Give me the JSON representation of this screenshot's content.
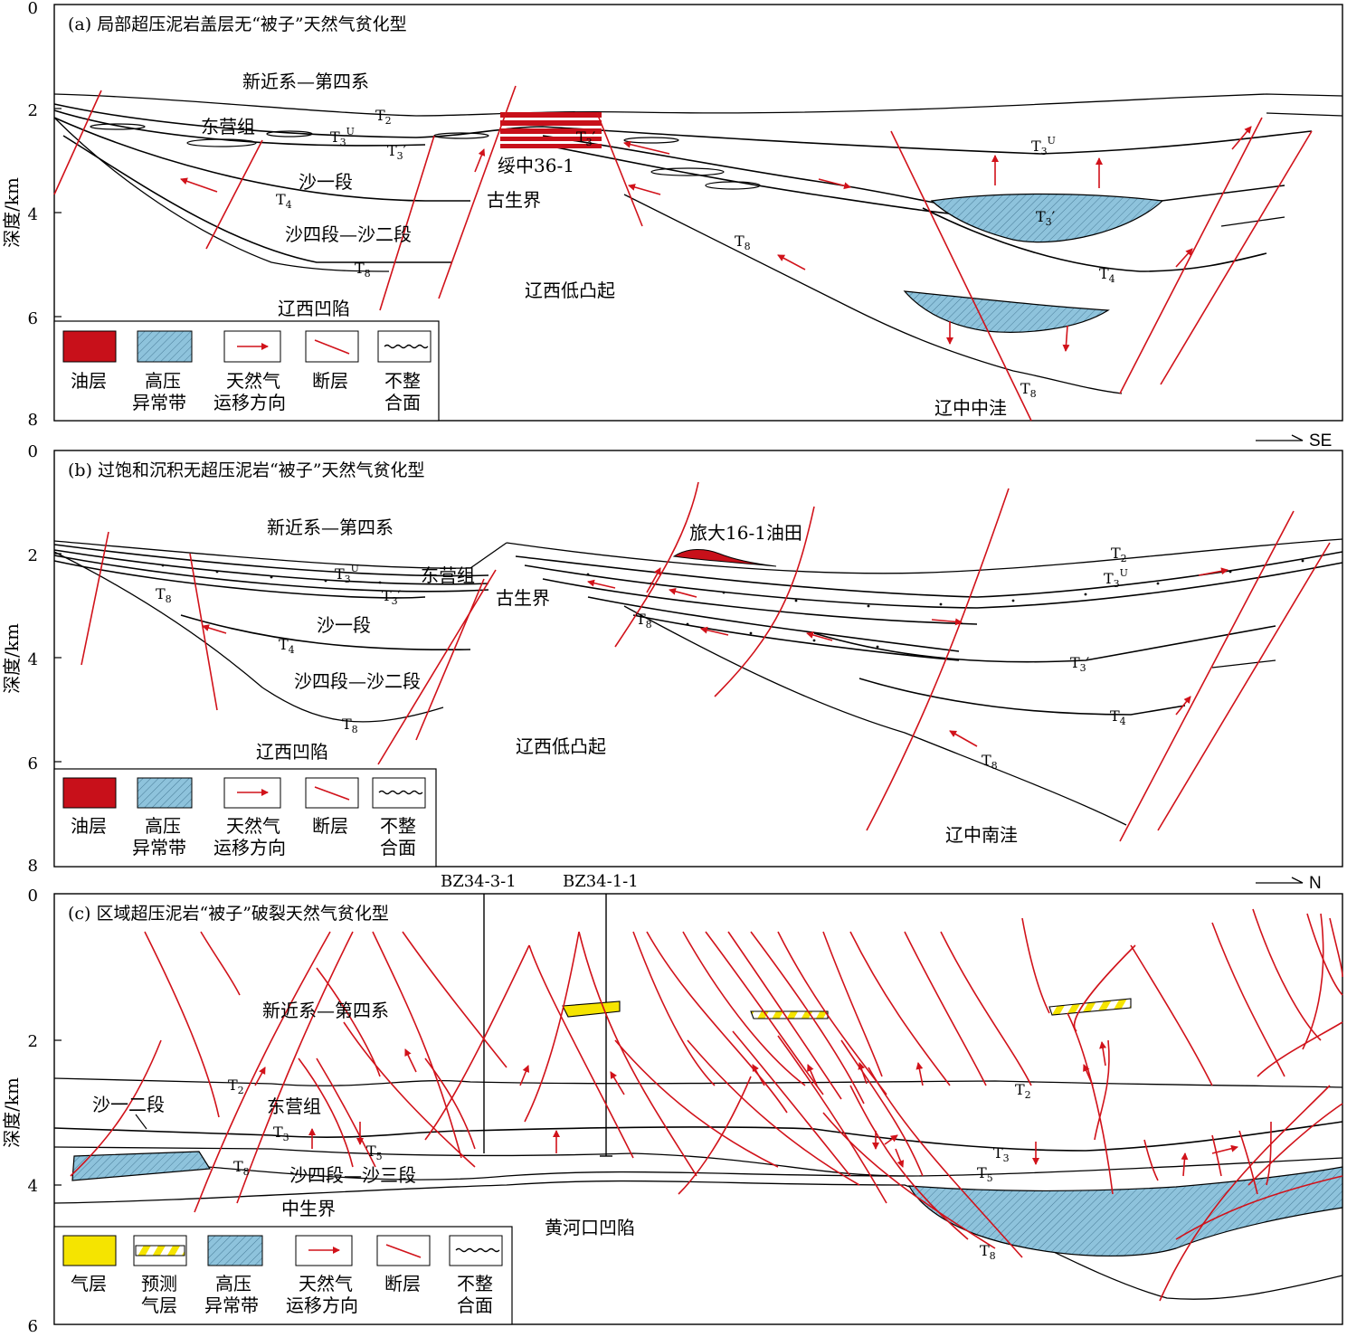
{
  "colors": {
    "oil": "#c8101a",
    "overpressure": "#8ec3dc",
    "gas": "#f5e400",
    "fault": "#d1121a",
    "line": "#000000"
  },
  "axis": {
    "ylabel": "深度/km",
    "panel_ab_ticks": [
      "0",
      "2",
      "4",
      "6",
      "8"
    ],
    "panel_c_ticks": [
      "0",
      "2",
      "4",
      "6"
    ]
  },
  "panel_a": {
    "title": "(a) 局部超压泥岩盖层无“被子”天然气贫化型",
    "labels": {
      "neogene": "新近系—第四系",
      "dongying": "东营组",
      "sha1": "沙一段",
      "sha42": "沙四段—沙二段",
      "paleozoic": "古生界",
      "well": "绥中36-1",
      "liaoxi_sag": "辽西凹陷",
      "liaoxi_uplift": "辽西低凸起",
      "liaozhong": "辽中中洼"
    },
    "horizons": {
      "t2": "T",
      "t2_sub": "2",
      "t3u_a": "T",
      "t3u_a_sub": "3",
      "t3u_a_sup": "U",
      "t3p_a": "T",
      "t3p_a_sub": "3",
      "t3p_a_prime": "′",
      "t3p_b": "T",
      "t3p_b_sub": "3",
      "t3p_b_prime": "′",
      "t3u_b": "T",
      "t3u_b_sub": "3",
      "t3u_b_sup": "U",
      "t3p_c": "T",
      "t3p_c_sub": "3",
      "t3p_c_prime": "′",
      "t4_a": "T",
      "t4_a_sub": "4",
      "t4_b": "T",
      "t4_b_sub": "4",
      "t8_a": "T",
      "t8_a_sub": "8",
      "t8_b": "T",
      "t8_b_sub": "8",
      "t8_c": "T",
      "t8_c_sub": "8"
    },
    "direction": "SE",
    "legend": {
      "oil_1": "油层",
      "op_1": "高压",
      "op_2": "异常带",
      "mig_1": "天然气",
      "mig_2": "运移方向",
      "fault_1": "断层",
      "unc_1": "不整",
      "unc_2": "合面"
    }
  },
  "panel_b": {
    "title": "(b) 过饱和沉积无超压泥岩“被子”天然气贫化型",
    "labels": {
      "neogene": "新近系—第四系",
      "dongying": "东营组",
      "sha1": "沙一段",
      "sha42": "沙四段—沙二段",
      "paleozoic": "古生界",
      "oilfield": "旅大16-1油田",
      "liaoxi_sag": "辽西凹陷",
      "liaoxi_uplift": "辽西低凸起",
      "liaozhong": "辽中南洼"
    },
    "horizons": {
      "t3u_a": "T",
      "t3u_a_sub": "3",
      "t3u_a_sup": "U",
      "t3p_a": "T",
      "t3p_a_sub": "3",
      "t3p_a_prime": "′",
      "t4_a": "T",
      "t4_a_sub": "4",
      "t8_a": "T",
      "t8_a_sub": "8",
      "t8_b": "T",
      "t8_b_sub": "8",
      "t8_c": "T",
      "t8_c_sub": "8",
      "t2": "T",
      "t2_sub": "2",
      "t3u_b": "T",
      "t3u_b_sub": "3",
      "t3u_b_sup": "U",
      "t3p_b": "T",
      "t3p_b_sub": "3",
      "t3p_b_prime": "′",
      "t4_b": "T",
      "t4_b_sub": "4",
      "t8_d": "T",
      "t8_d_sub": "8"
    },
    "direction": "SE",
    "legend": {
      "oil_1": "油层",
      "op_1": "高压",
      "op_2": "异常带",
      "mig_1": "天然气",
      "mig_2": "运移方向",
      "fault_1": "断层",
      "unc_1": "不整",
      "unc_2": "合面"
    }
  },
  "panel_c": {
    "title": "(c) 区域超压泥岩“被子”破裂天然气贫化型",
    "labels": {
      "neogene": "新近系—第四系",
      "sha12": "沙一二段",
      "dongying": "东营组",
      "sha43": "沙四段—沙三段",
      "mesozoic": "中生界",
      "huanghekou": "黄河口凹陷",
      "well1": "BZ34-3-1",
      "well2": "BZ34-1-1"
    },
    "horizons": {
      "t2_a": "T",
      "t2_a_sub": "2",
      "t3_a": "T",
      "t3_a_sub": "3",
      "t5_a": "T",
      "t5_a_sub": "5",
      "t8_a": "T",
      "t8_a_sub": "8",
      "t2_b": "T",
      "t2_b_sub": "2",
      "t3_b": "T",
      "t3_b_sub": "3",
      "t5_b": "T",
      "t5_b_sub": "5",
      "t8_b": "T",
      "t8_b_sub": "8"
    },
    "direction": "N",
    "legend": {
      "gas_1": "气层",
      "pred_1": "预测",
      "pred_2": "气层",
      "op_1": "高压",
      "op_2": "异常带",
      "mig_1": "天然气",
      "mig_2": "运移方向",
      "fault_1": "断层",
      "unc_1": "不整",
      "unc_2": "合面"
    }
  }
}
